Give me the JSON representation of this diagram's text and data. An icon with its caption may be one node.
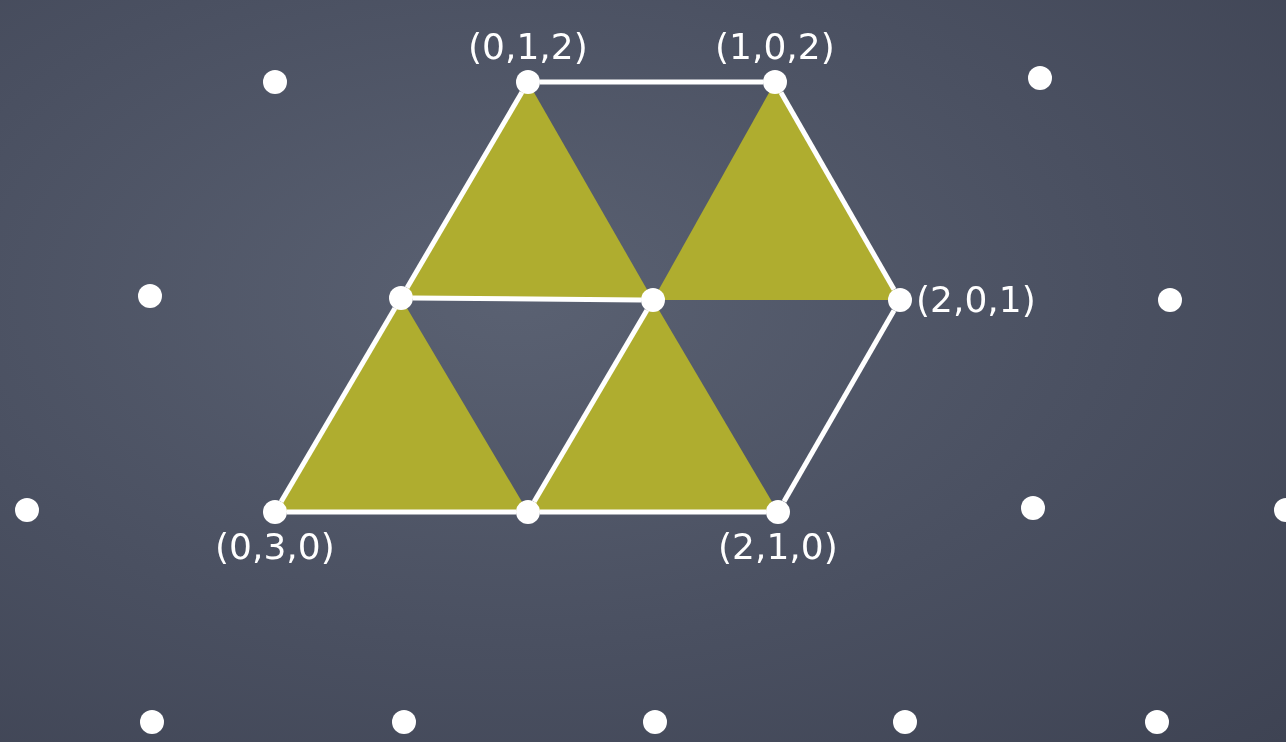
{
  "diagram": {
    "nodes": [
      {
        "text": [],
        "shape": "circle"
      },
      {
        "text": [
          "(0,1,2)"
        ]
      },
      {
        "text": [
          "(1,0,2)"
        ]
      },
      {
        "text": [],
        "shape": "circle"
      },
      {
        "text": [],
        "shape": "circle"
      },
      {
        "text": [],
        "shape": "circle"
      },
      {
        "text": [],
        "shape": "circle"
      },
      {
        "text": [
          "(2,0,1)"
        ]
      },
      {
        "text": [],
        "shape": "circle"
      },
      {
        "text": [],
        "shape": "circle"
      },
      {
        "text": [
          "(0,3,0)"
        ]
      },
      {
        "text": [],
        "shape": "circle"
      },
      {
        "text": [
          "(2,1,0)"
        ]
      },
      {
        "text": [],
        "shape": "circle"
      },
      {
        "text": [],
        "shape": "circle"
      },
      {
        "text": [],
        "shape": "circle"
      },
      {
        "text": [],
        "shape": "circle"
      },
      {
        "text": [],
        "shape": "circle"
      },
      {
        "text": [],
        "shape": "circle"
      },
      {
        "text": [],
        "shape": "circle"
      }
    ],
    "edges": [
      {
        "from": 1,
        "to": 2,
        "arrow": "none"
      },
      {
        "from": 1,
        "to": 5,
        "arrow": "none"
      },
      {
        "from": 5,
        "to": 10,
        "arrow": "none"
      },
      {
        "from": 5,
        "to": 6,
        "arrow": "none"
      },
      {
        "from": 2,
        "to": 7,
        "arrow": "none"
      },
      {
        "from": 7,
        "to": 12,
        "arrow": "none"
      },
      {
        "from": 10,
        "to": 11,
        "arrow": "none"
      },
      {
        "from": 11,
        "to": 12,
        "arrow": "none"
      },
      {
        "from": 11,
        "to": 6,
        "arrow": "none"
      }
    ]
  }
}
